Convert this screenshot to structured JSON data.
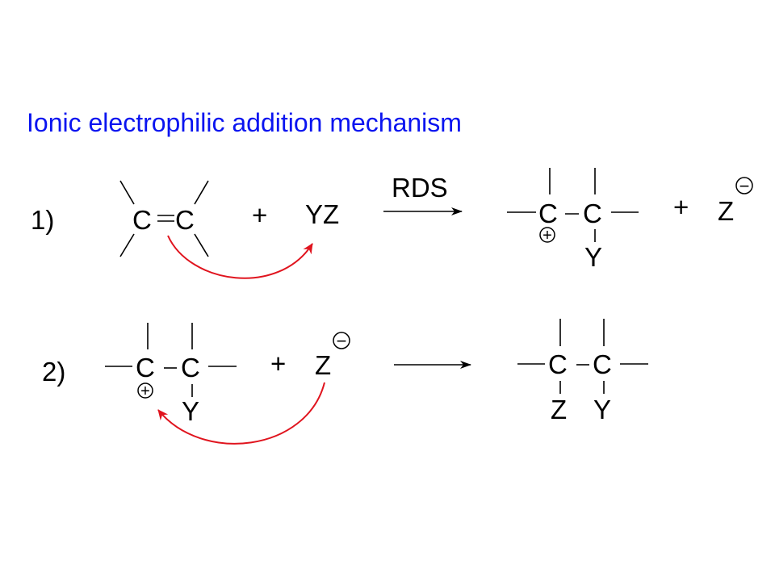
{
  "title": "Ionic electrophilic addition mechanism",
  "colors": {
    "title": "#0a14f0",
    "curved_arrow": "#e0141e",
    "ink": "#000000"
  },
  "step1": {
    "label": "1)",
    "reactant_atoms": [
      "C",
      "C"
    ],
    "plus_sign": "+",
    "reagent": "YZ",
    "arrow_label": "RDS",
    "product_atoms": [
      "C",
      "C"
    ],
    "product_substituent": "Y",
    "cation_charge": "+",
    "byproduct_plus": "+",
    "anion": "Z",
    "anion_charge": "−"
  },
  "step2": {
    "label": "2)",
    "reactant_atoms": [
      "C",
      "C"
    ],
    "reactant_substituent": "Y",
    "cation_charge": "+",
    "plus_sign": "+",
    "anion": "Z",
    "anion_charge": "−",
    "product_atoms": [
      "C",
      "C"
    ],
    "product_substituents": [
      "Z",
      "Y"
    ]
  }
}
